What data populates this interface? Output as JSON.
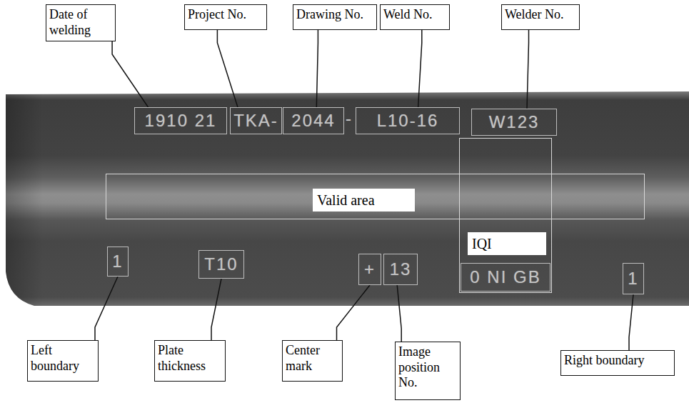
{
  "diagram": {
    "nodes": [
      {
        "text": [
          "Date of welding"
        ]
      },
      {
        "text": [
          "Project No."
        ]
      },
      {
        "text": [
          "Drawing No."
        ]
      },
      {
        "text": [
          "Weld No."
        ]
      },
      {
        "text": [
          "Welder No."
        ]
      },
      {
        "text": [
          "1910 21"
        ]
      },
      {
        "text": [
          "TKA-"
        ]
      },
      {
        "text": [
          "2044"
        ]
      },
      {
        "text": [
          "L10-16"
        ]
      },
      {
        "text": [
          "W123"
        ]
      },
      {
        "text": [
          "Valid area"
        ]
      },
      {
        "text": [
          "IQI"
        ]
      },
      {
        "text": [
          "1"
        ]
      },
      {
        "text": [
          "T10"
        ]
      },
      {
        "text": [
          "+"
        ]
      },
      {
        "text": [
          "13"
        ]
      },
      {
        "text": [
          "0 NI GB"
        ],
        "in": 11
      },
      {
        "text": [
          "1"
        ]
      },
      {
        "text": [
          "Left boundary"
        ]
      },
      {
        "text": [
          "Plate thickness"
        ]
      },
      {
        "text": [
          "Center mark"
        ]
      },
      {
        "text": [
          "Image position No."
        ]
      },
      {
        "text": [
          "Right boundary"
        ]
      }
    ],
    "edges": [
      {
        "from": 0,
        "to": 5,
        "arrow": "none"
      },
      {
        "from": 1,
        "to": 6,
        "arrow": "none"
      },
      {
        "from": 2,
        "to": 7,
        "arrow": "none"
      },
      {
        "from": 3,
        "to": 8,
        "arrow": "none"
      },
      {
        "from": 4,
        "to": 9,
        "arrow": "none"
      },
      {
        "from": 18,
        "to": 12,
        "arrow": "none"
      },
      {
        "from": 19,
        "to": 13,
        "arrow": "none"
      },
      {
        "from": 20,
        "to": 14,
        "arrow": "none"
      },
      {
        "from": 21,
        "to": 15,
        "arrow": "none"
      },
      {
        "from": 22,
        "to": 17,
        "arrow": "none"
      }
    ],
    "labels": [
      "-"
    ]
  }
}
